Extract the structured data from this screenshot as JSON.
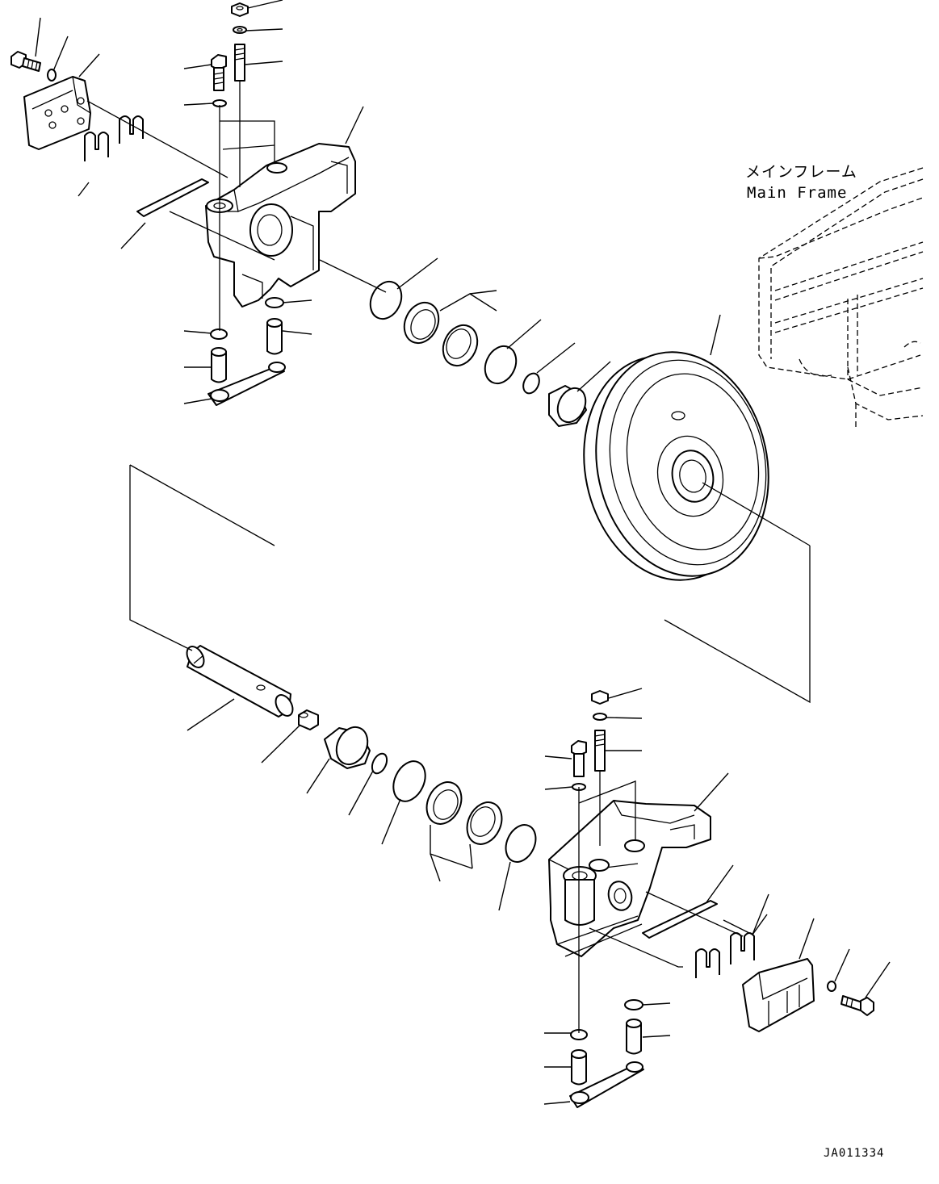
{
  "annotation": {
    "main_frame_jp": "メインフレーム",
    "main_frame_en": "Main Frame"
  },
  "drawing_code": "JA011334"
}
